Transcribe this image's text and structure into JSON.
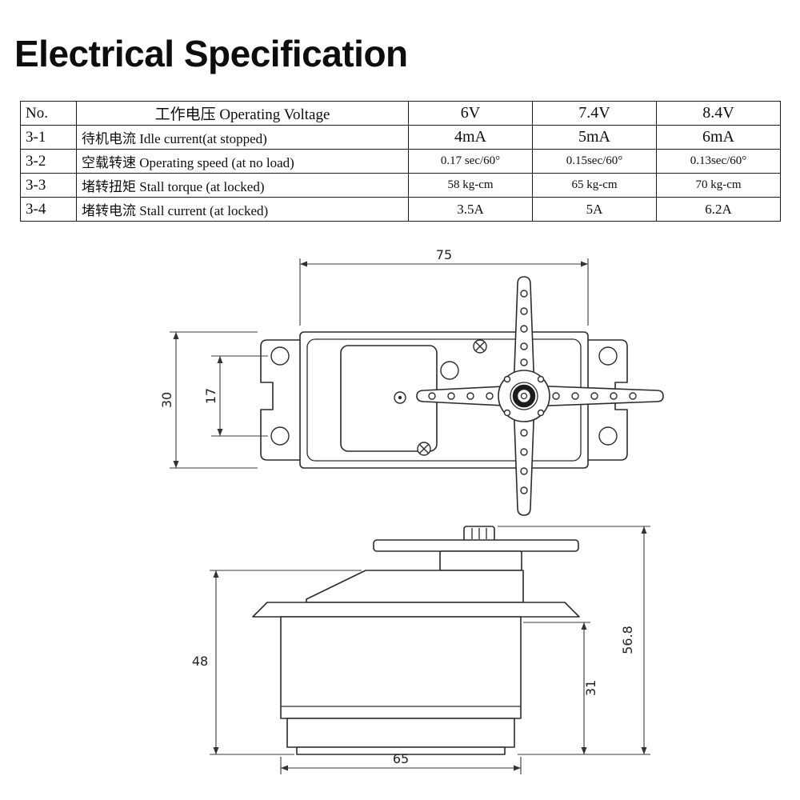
{
  "page": {
    "title": "Electrical Specification"
  },
  "spec_table": {
    "header": {
      "no": "No.",
      "param": "工作电压 Operating Voltage",
      "v6": "6V",
      "v74": "7.4V",
      "v84": "8.4V"
    },
    "rows": [
      {
        "no": "3-1",
        "param": "待机电流  Idle current(at stopped)",
        "v6": "4mA",
        "v74": "5mA",
        "v84": "6mA"
      },
      {
        "no": "3-2",
        "param": "空载转速 Operating speed (at no load)",
        "v6": "0.17 sec/60°",
        "v74": "0.15sec/60°",
        "v84": "0.13sec/60°"
      },
      {
        "no": "3-3",
        "param": "堵转扭矩 Stall torque (at locked)",
        "v6": "58 kg-cm",
        "v74": "65 kg-cm",
        "v84": "70 kg-cm"
      },
      {
        "no": "3-4",
        "param": "堵转电流 Stall current (at locked)",
        "v6": "3.5A",
        "v74": "5A",
        "v84": "6.2A"
      }
    ]
  },
  "drawings": {
    "top_view": {
      "width": "75",
      "flange_height": "30",
      "hole_spacing": "17"
    },
    "side_view": {
      "body_height": "48",
      "total_height": "56.8",
      "lower_height": "31",
      "length": "65"
    }
  }
}
